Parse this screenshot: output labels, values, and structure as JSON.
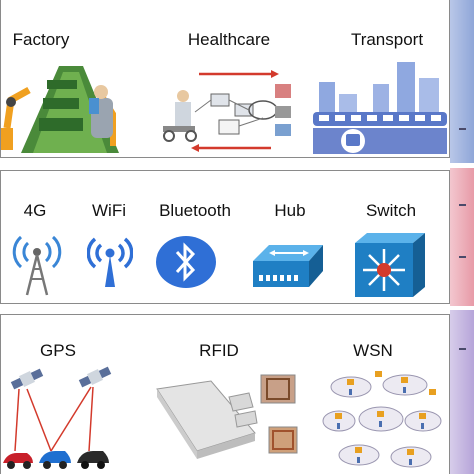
{
  "application_layer": {
    "items": [
      {
        "label": "Factory",
        "icon": "factory-robot-arm-icon"
      },
      {
        "label": "Healthcare",
        "icon": "healthcare-monitoring-icon"
      },
      {
        "label": "Transport",
        "icon": "transport-city-icon"
      }
    ]
  },
  "network_layer": {
    "items": [
      {
        "label": "4G",
        "icon": "cell-tower-icon"
      },
      {
        "label": "WiFi",
        "icon": "wifi-antenna-icon"
      },
      {
        "label": "Bluetooth",
        "icon": "bluetooth-icon"
      },
      {
        "label": "Hub",
        "icon": "hub-device-icon"
      },
      {
        "label": "Switch",
        "icon": "network-switch-icon"
      }
    ]
  },
  "perception_layer": {
    "items": [
      {
        "label": "GPS",
        "icon": "gps-satellite-icon"
      },
      {
        "label": "RFID",
        "icon": "rfid-reader-icon"
      },
      {
        "label": "WSN",
        "icon": "wireless-sensor-network-icon"
      }
    ]
  },
  "colors": {
    "application_strip": "#8fa6d8",
    "network_strip": "#e79aa7",
    "perception_strip": "#b6a4d9",
    "bluetooth": "#2f6fd6",
    "switch": "#1f7fc4",
    "accent_red": "#d33a2c"
  }
}
